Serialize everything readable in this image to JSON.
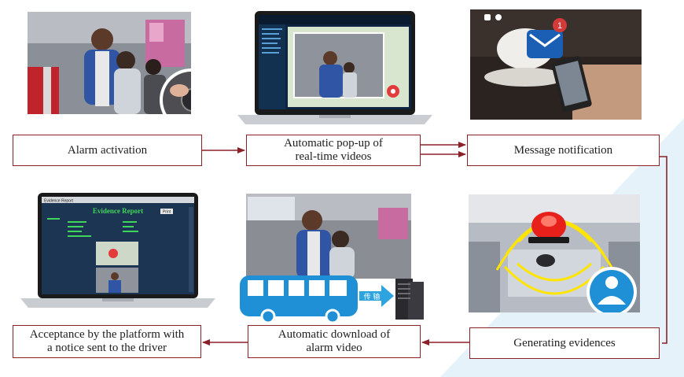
{
  "steps": {
    "alarm_activation": "Alarm activation",
    "popup_videos": "Automatic pop-up of\nreal-time videos",
    "message_notification": "Message notification",
    "generating_evidences": "Generating evidences",
    "download_video": "Automatic download of\nalarm video",
    "acceptance": "Acceptance by the platform with\na notice sent to the driver"
  },
  "laptop_report": {
    "title": "Evidence Report",
    "window_label": "Evidence Report",
    "button": "Print"
  },
  "transfer_label": "传 输",
  "message_badge": "1",
  "colors": {
    "arrow": "#8b2029",
    "bg_triangle": "#e4f1f8",
    "bus_blue": "#1f8fd6",
    "report_bg": "#1c3552",
    "report_title": "#3fd45b"
  }
}
